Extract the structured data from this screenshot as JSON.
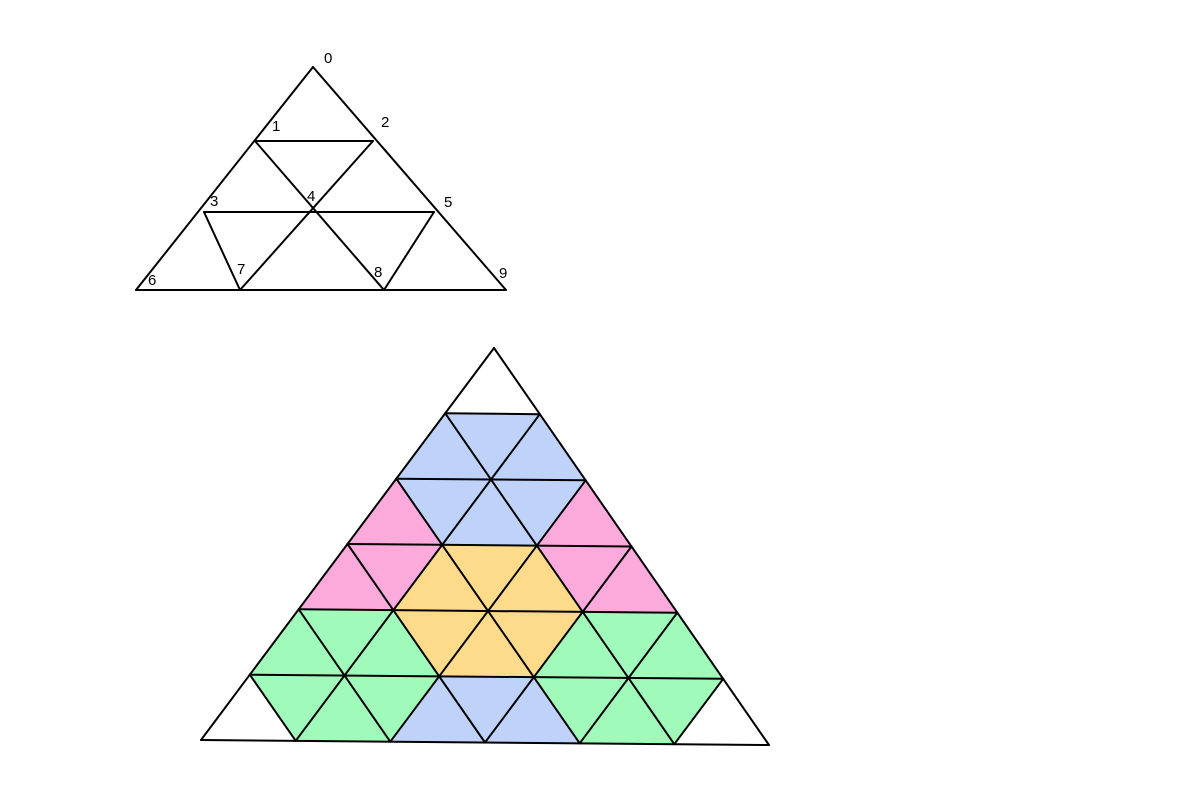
{
  "diagram": {
    "colors": {
      "line": "#000000",
      "blue": "#bed2fa",
      "pink": "#fcaadc",
      "yellow": "#fddb8a",
      "green": "#a0fab9",
      "white": "#ffffff"
    },
    "small_triangle": {
      "vertex_labels": [
        "0",
        "1",
        "2",
        "3",
        "4",
        "5",
        "6",
        "7",
        "8",
        "9"
      ]
    },
    "large_triangle": {
      "rows": 6,
      "cells": [
        [
          "white"
        ],
        [
          "blue",
          "blue",
          "blue"
        ],
        [
          "pink",
          "blue",
          "blue",
          "blue",
          "pink"
        ],
        [
          "pink",
          "pink",
          "yellow",
          "yellow",
          "yellow",
          "pink",
          "pink"
        ],
        [
          "green",
          "green",
          "green",
          "yellow",
          "yellow",
          "yellow",
          "green",
          "green",
          "green"
        ],
        [
          "white",
          "green",
          "green",
          "green",
          "blue",
          "blue",
          "blue",
          "green",
          "green",
          "green",
          "white"
        ]
      ]
    }
  }
}
